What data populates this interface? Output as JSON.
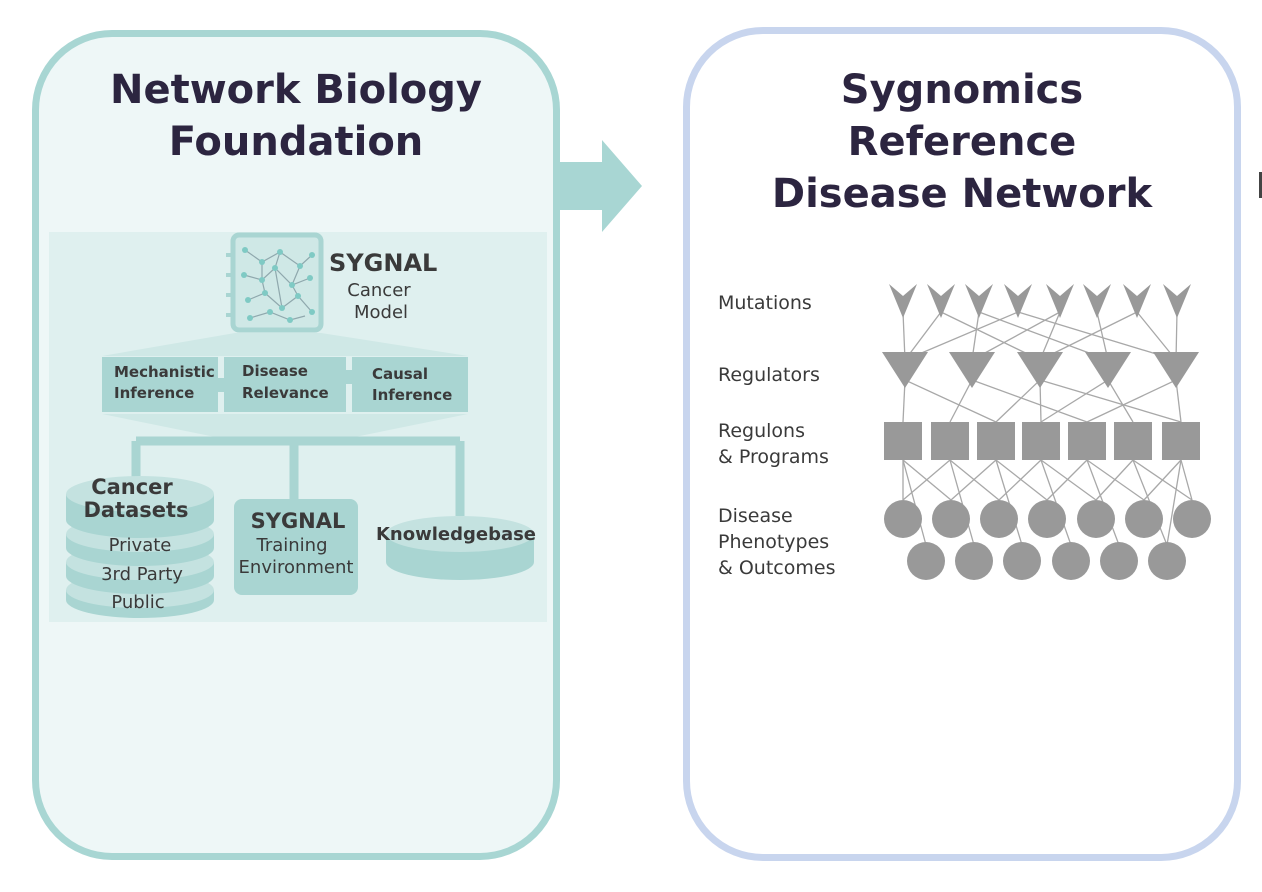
{
  "left": {
    "title_line1": "Network Biology",
    "title_line2": "Foundation",
    "model": {
      "name": "SYGNAL",
      "line1": "Cancer",
      "line2": "Model"
    },
    "modules": [
      {
        "line1": "Mechanistic",
        "line2": "Inference"
      },
      {
        "line1": "Disease",
        "line2": "Relevance"
      },
      {
        "line1": "Causal",
        "line2": "Inference"
      }
    ],
    "datasets": {
      "line1": "Cancer",
      "line2": "Datasets",
      "items": [
        "Private",
        "3rd Party",
        "Public"
      ]
    },
    "training": {
      "name": "SYGNAL",
      "line1": "Training",
      "line2": "Environment"
    },
    "knowledgebase": "Knowledgebase"
  },
  "right": {
    "title_line1": "Sygnomics",
    "title_line2": "Reference",
    "title_line3": "Disease Network",
    "rows": {
      "mutations": "Mutations",
      "regulators": "Regulators",
      "regulons_line1": "Regulons",
      "regulons_line2": "& Programs",
      "disease_line1": "Disease",
      "disease_line2": "Phenotypes",
      "disease_line3": "& Outcomes"
    }
  },
  "colors": {
    "left_border": "#a8d6d3",
    "right_border": "#c8d5ee",
    "title": "#2c2540",
    "node_gray": "#999999",
    "teal_box": "#a9d5d2"
  }
}
